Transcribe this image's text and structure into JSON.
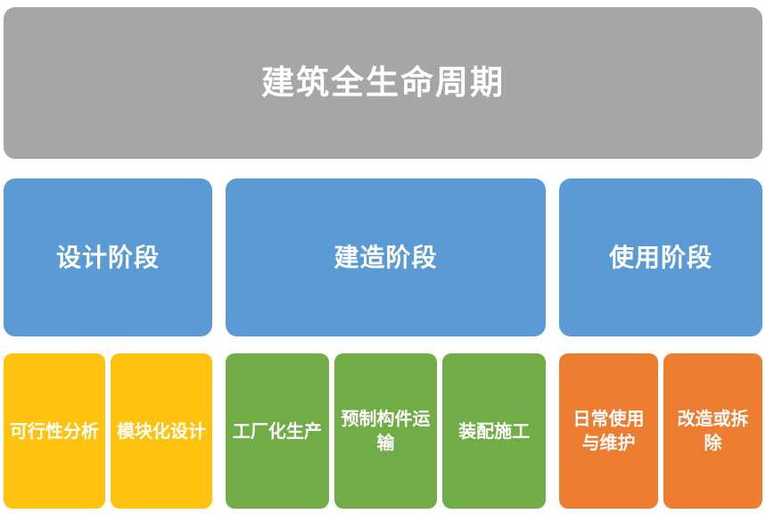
{
  "diagram": {
    "title": "建筑全生命周期",
    "title_color": "#A6A6A6",
    "phase_color": "#5B9BD5",
    "background": "#FFFFFF",
    "phases": [
      {
        "label": "设计阶段",
        "step_color": "#FFC20E",
        "steps": [
          {
            "label": "可行性分析"
          },
          {
            "label": "模块化设计"
          }
        ]
      },
      {
        "label": "建造阶段",
        "step_color": "#70AD47",
        "steps": [
          {
            "label": "工厂化生产"
          },
          {
            "label": "预制构件运输"
          },
          {
            "label": "装配施工"
          }
        ]
      },
      {
        "label": "使用阶段",
        "step_color": "#ED7D31",
        "steps": [
          {
            "label": "日常使用与维护"
          },
          {
            "label": "改造或拆除"
          }
        ]
      }
    ]
  }
}
